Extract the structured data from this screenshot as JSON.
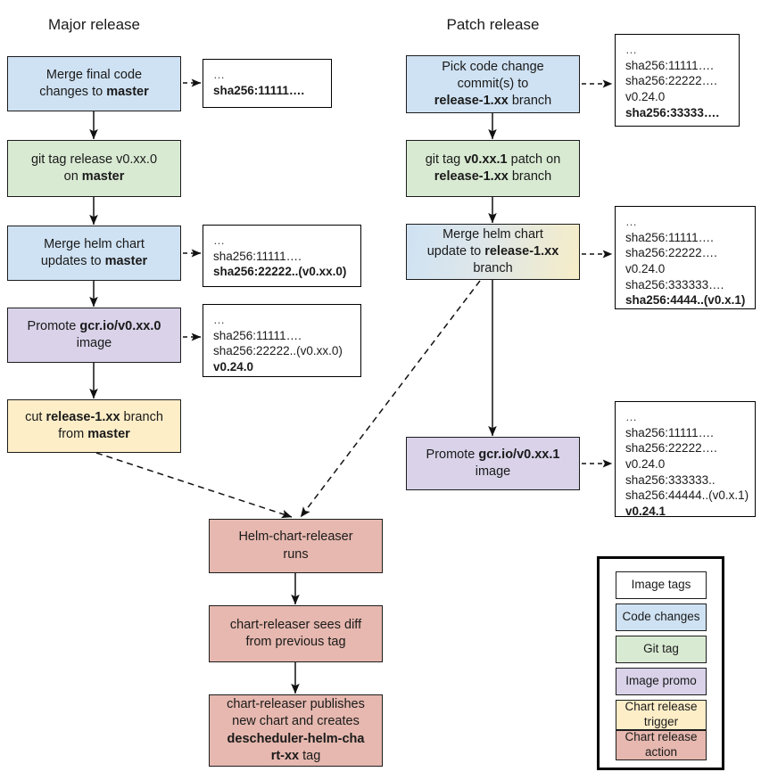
{
  "diagram": {
    "title_major": "Major release",
    "title_patch": "Patch release",
    "colors": {
      "code_changes": "#cfe2f3",
      "git_tag": "#d9ead3",
      "image_promo": "#d9d2e9",
      "chart_release_trigger": "#fdeec8",
      "chart_release_action": "#e6b8af",
      "image_tags": "#ffffff",
      "border": "#1c1c1c"
    }
  },
  "major_column": {
    "nodes": [
      {
        "id": "merge-final-code",
        "type": "code_changes",
        "html": "Merge final code<br>changes to <b>master</b>"
      },
      {
        "id": "git-tag-release",
        "type": "git_tag",
        "html": "git tag release v0.xx.0<br>on <b>master</b>"
      },
      {
        "id": "merge-helm-chart-master",
        "type": "code_changes",
        "html": "Merge helm chart<br>updates to <b>master</b>"
      },
      {
        "id": "promote-image-major",
        "type": "image_promo",
        "html": "Promote <b>gcr.io/v0.xx.0</b><br>image"
      },
      {
        "id": "cut-release-branch",
        "type": "chart_release_trigger",
        "html": "cut <b>release-1.xx</b> branch<br>from <b>master</b>"
      }
    ],
    "tag_boxes": [
      {
        "id": "tags-major-1",
        "lines": [
          {
            "text": "…",
            "bold": false,
            "dots": true
          },
          {
            "text": "sha256:11111….",
            "bold": true,
            "dots": false
          }
        ]
      },
      {
        "id": "tags-major-2",
        "lines": [
          {
            "text": "…",
            "bold": false,
            "dots": true
          },
          {
            "text": "sha256:11111….",
            "bold": false,
            "dots": false
          },
          {
            "text": "sha256:22222..(v0.xx.0)",
            "bold": true,
            "dots": false
          }
        ]
      },
      {
        "id": "tags-major-3",
        "lines": [
          {
            "text": "…",
            "bold": false,
            "dots": true
          },
          {
            "text": "sha256:11111….",
            "bold": false,
            "dots": false
          },
          {
            "text": "sha256:22222..(v0.xx.0)",
            "bold": false,
            "dots": false
          },
          {
            "text": "v0.24.0",
            "bold": true,
            "dots": false
          }
        ]
      }
    ]
  },
  "patch_column": {
    "nodes": [
      {
        "id": "pick-code-change-commits",
        "type": "code_changes",
        "html": "Pick code change<br>commit(s) to<br><b>release-1.xx</b> branch"
      },
      {
        "id": "git-tag-patch",
        "type": "git_tag",
        "html": "git tag <b>v0.xx.1</b> patch on<br><b>release-1.xx</b> branch"
      },
      {
        "id": "merge-helm-chart-release-branch",
        "type": "gradient_code_to_trigger",
        "html": "Merge helm chart<br>update to <b>release-1.xx</b><br>branch"
      },
      {
        "id": "promote-image-patch",
        "type": "image_promo",
        "html": "Promote <b>gcr.io/v0.xx.1</b><br>image"
      }
    ],
    "tag_boxes": [
      {
        "id": "tags-patch-1",
        "lines": [
          {
            "text": "…",
            "bold": false,
            "dots": true
          },
          {
            "text": "sha256:11111….",
            "bold": false,
            "dots": false
          },
          {
            "text": "sha256:22222….",
            "bold": false,
            "dots": false
          },
          {
            "text": "v0.24.0",
            "bold": false,
            "dots": false
          },
          {
            "text": "sha256:33333….",
            "bold": true,
            "dots": false
          }
        ]
      },
      {
        "id": "tags-patch-2",
        "lines": [
          {
            "text": "…",
            "bold": false,
            "dots": true
          },
          {
            "text": "sha256:11111….",
            "bold": false,
            "dots": false
          },
          {
            "text": "sha256:22222….",
            "bold": false,
            "dots": false
          },
          {
            "text": "v0.24.0",
            "bold": false,
            "dots": false
          },
          {
            "text": "sha256:333333….",
            "bold": false,
            "dots": false
          },
          {
            "text": "sha256:4444..(v0.x.1)",
            "bold": true,
            "dots": false
          }
        ]
      },
      {
        "id": "tags-patch-3",
        "lines": [
          {
            "text": "…",
            "bold": false,
            "dots": true
          },
          {
            "text": "sha256:11111….",
            "bold": false,
            "dots": false
          },
          {
            "text": "sha256:22222….",
            "bold": false,
            "dots": false
          },
          {
            "text": "v0.24.0",
            "bold": false,
            "dots": false
          },
          {
            "text": "sha256:333333..",
            "bold": false,
            "dots": false
          },
          {
            "text": "sha256:44444..(v0.x.1)",
            "bold": false,
            "dots": false
          },
          {
            "text": "v0.24.1",
            "bold": true,
            "dots": false
          }
        ]
      }
    ]
  },
  "bottom_flow": {
    "nodes": [
      {
        "id": "helm-chart-releaser-runs",
        "type": "chart_release_action",
        "html": "Helm-chart-releaser<br>runs"
      },
      {
        "id": "chart-releaser-sees-diff",
        "type": "chart_release_action",
        "html": "chart-releaser sees diff<br>from previous tag"
      },
      {
        "id": "chart-releaser-publishes",
        "type": "chart_release_action",
        "html": "chart-releaser publishes<br>new chart and creates<br><b>descheduler-helm-cha</b><br><b>rt-xx</b> tag"
      }
    ]
  },
  "legend": {
    "items": [
      {
        "id": "legend-image-tags",
        "label": "Image tags",
        "type": "image_tags"
      },
      {
        "id": "legend-code-changes",
        "label": "Code changes",
        "type": "code_changes"
      },
      {
        "id": "legend-git-tag",
        "label": "Git tag",
        "type": "git_tag"
      },
      {
        "id": "legend-image-promo",
        "label": "Image promo",
        "type": "image_promo"
      },
      {
        "id": "legend-chart-release-trigger",
        "label": "Chart release\ntrigger",
        "type": "chart_release_trigger"
      },
      {
        "id": "legend-chart-release-action",
        "label": "Chart release\naction",
        "type": "chart_release_action"
      }
    ]
  }
}
